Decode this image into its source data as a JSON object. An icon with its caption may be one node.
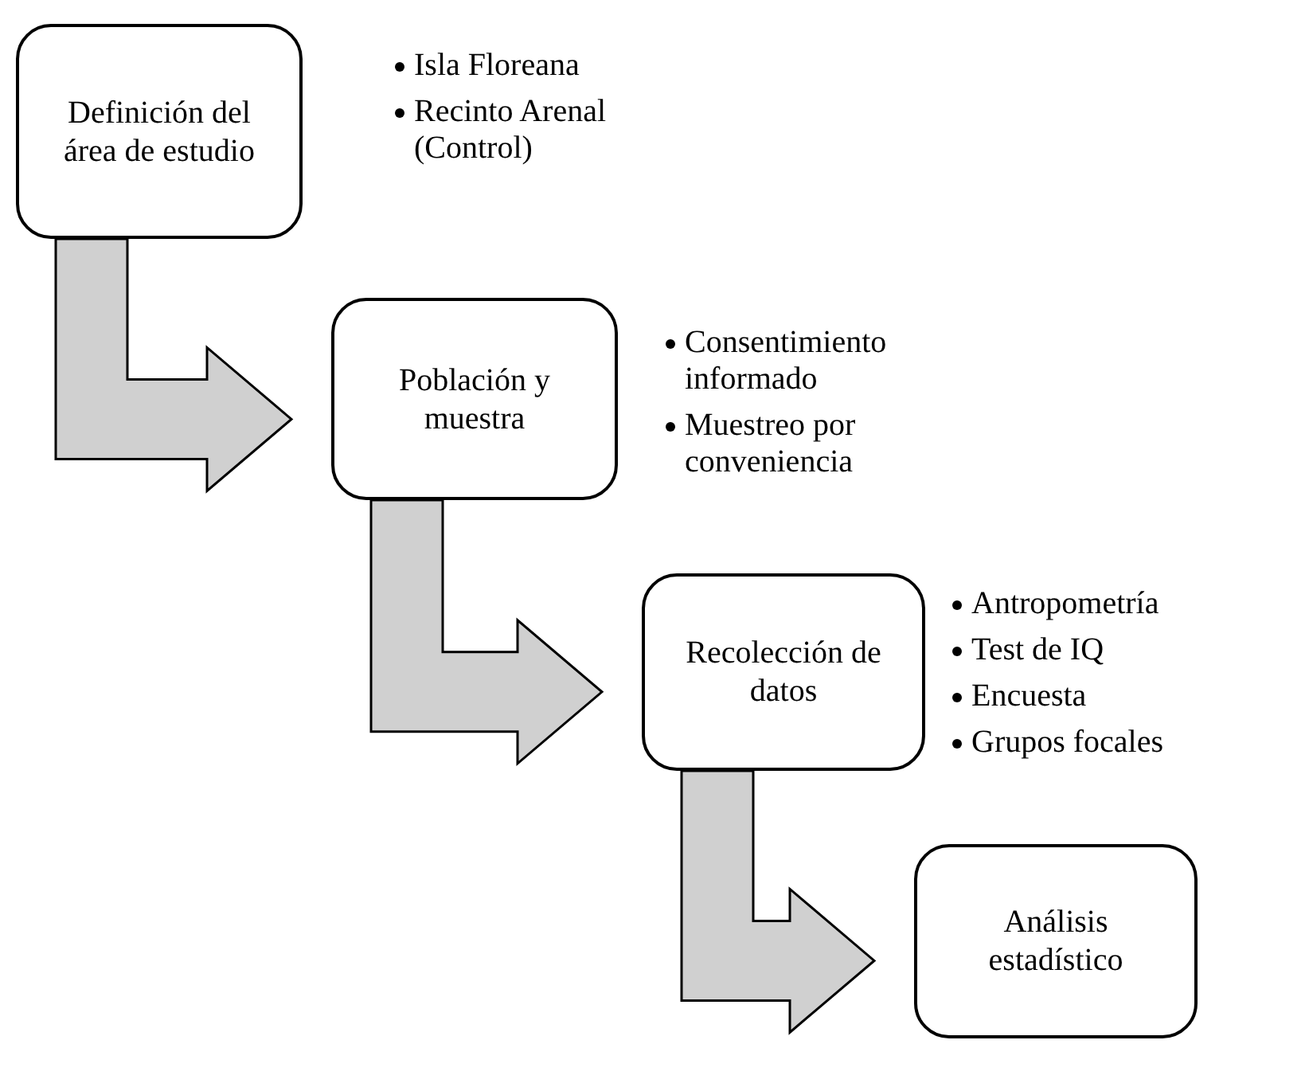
{
  "diagram": {
    "nodes": [
      {
        "text": [
          "Definición del área de estudio"
        ],
        "beside": [
          "Isla Floreana",
          "Recinto Arenal (Control)"
        ]
      },
      {
        "text": [
          "Población y muestra"
        ],
        "beside": [
          "Consentimiento informado",
          "Muestreo por conveniencia"
        ]
      },
      {
        "text": [
          "Recolección de datos"
        ],
        "beside": [
          "Antropometría",
          "Test de IQ",
          "Encuesta",
          "Grupos focales"
        ]
      },
      {
        "text": [
          "Análisis estadístico"
        ]
      }
    ],
    "edges": [
      {
        "from": 0,
        "to": 1,
        "arrow": "to"
      },
      {
        "from": 1,
        "to": 2,
        "arrow": "to"
      },
      {
        "from": 2,
        "to": 3,
        "arrow": "to"
      }
    ]
  }
}
